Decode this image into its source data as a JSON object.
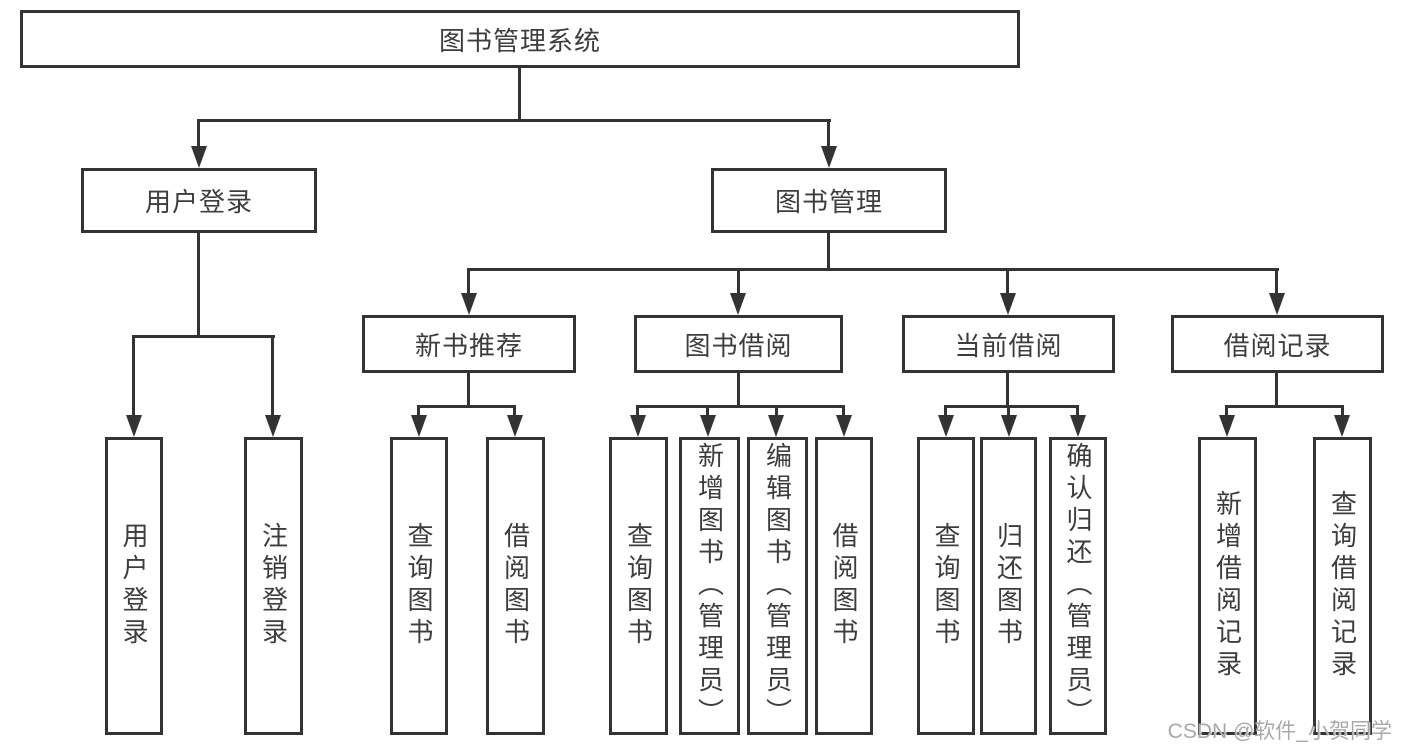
{
  "diagram_title": "图书管理系统",
  "nodes": {
    "root": "图书管理系统",
    "user_login": "用户登录",
    "book_mgmt": "图书管理",
    "new_book": "新书推荐",
    "book_borrow": "图书借阅",
    "current_borrow": "当前借阅",
    "borrow_record": "借阅记录"
  },
  "leaves": [
    "用户登录",
    "注销登录",
    "查询图书",
    "借阅图书",
    "查询图书",
    "新增图书（管理员）",
    "编辑图书（管理员）",
    "借阅图书",
    "查询图书",
    "归还图书",
    "确认归还（管理员）",
    "新增借阅记录",
    "查询借阅记录"
  ],
  "watermark": "CSDN @软件_小贺同学",
  "colors": {
    "line": "#333333",
    "text": "#3d3d3d",
    "watermark": "#a9a9a9",
    "background": "#ffffff"
  }
}
